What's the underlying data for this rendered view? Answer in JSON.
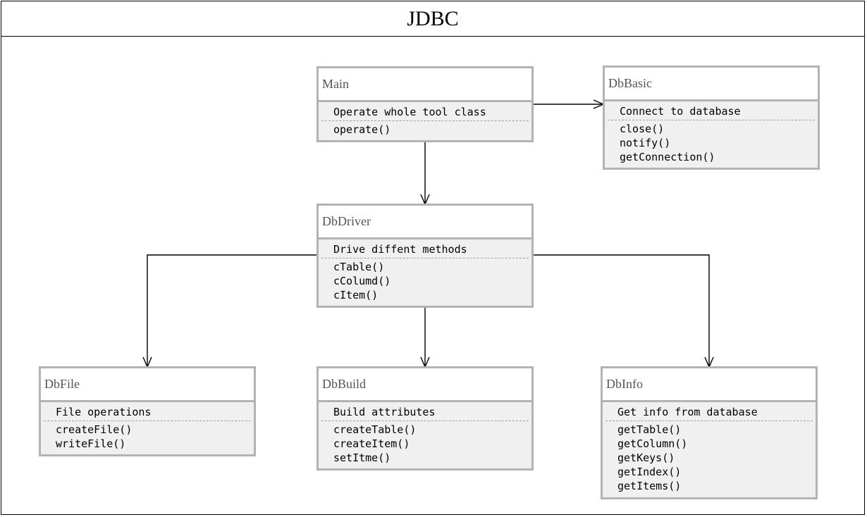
{
  "title": "JDBC",
  "classes": {
    "main": {
      "name": "Main",
      "desc": "Operate whole tool class",
      "methods": [
        "operate()"
      ]
    },
    "dbbasic": {
      "name": "DbBasic",
      "desc": "Connect to database",
      "methods": [
        "close()",
        "notify()",
        "getConnection()"
      ]
    },
    "dbdriver": {
      "name": "DbDriver",
      "desc": "Drive diffent methods",
      "methods": [
        "cTable()",
        "cColumd()",
        "cItem()"
      ]
    },
    "dbfile": {
      "name": "DbFile",
      "desc": "File operations",
      "methods": [
        "createFile()",
        "writeFile()"
      ]
    },
    "dbbuild": {
      "name": "DbBuild",
      "desc": "Build attributes",
      "methods": [
        "createTable()",
        "createItem()",
        "setItme()"
      ]
    },
    "dbinfo": {
      "name": "DbInfo",
      "desc": "Get info from database",
      "methods": [
        "getTable()",
        "getColumn()",
        "getKeys()",
        "getIndex()",
        "getItems()"
      ]
    }
  },
  "edges": [
    {
      "from": "Main",
      "to": "DbBasic"
    },
    {
      "from": "Main",
      "to": "DbDriver"
    },
    {
      "from": "DbDriver",
      "to": "DbFile"
    },
    {
      "from": "DbDriver",
      "to": "DbBuild"
    },
    {
      "from": "DbDriver",
      "to": "DbInfo"
    }
  ]
}
